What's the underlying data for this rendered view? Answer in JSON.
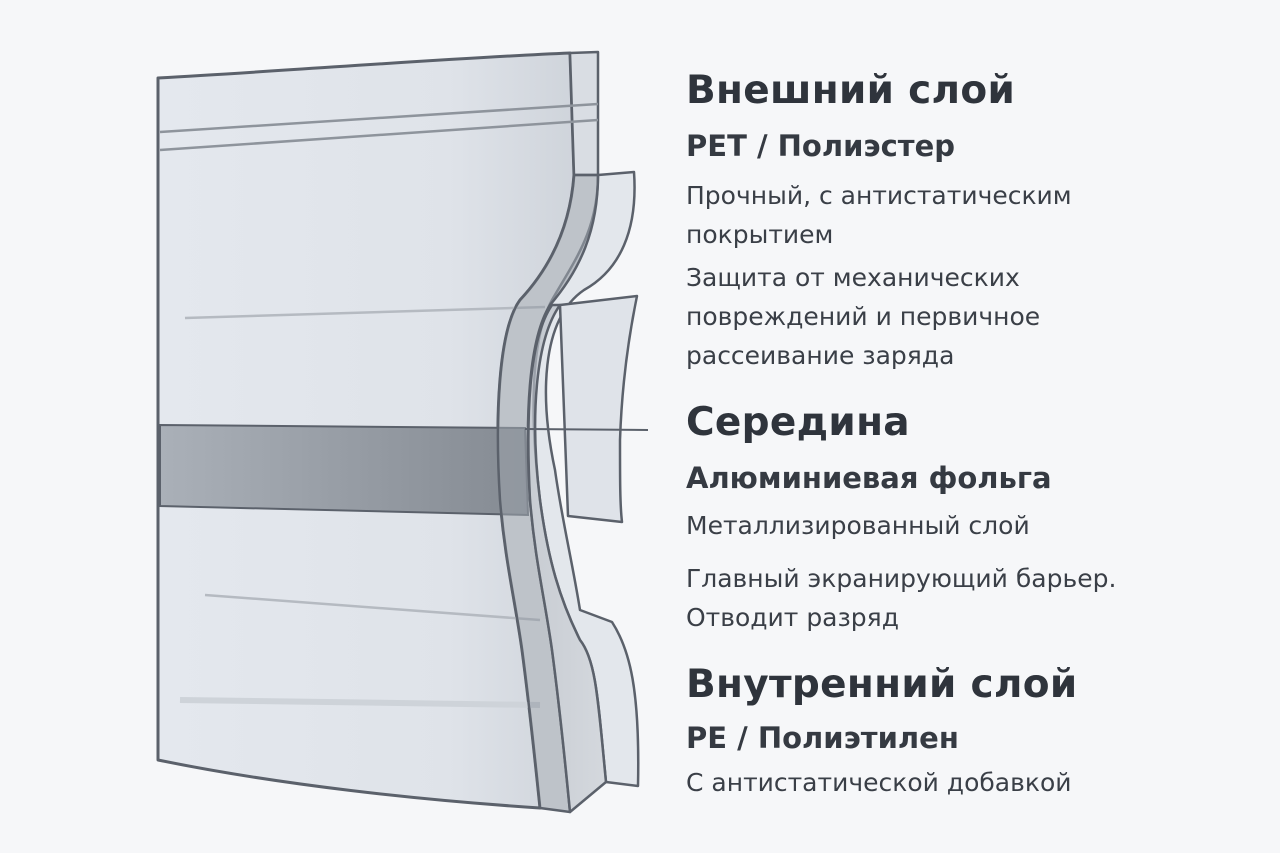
{
  "layers": [
    {
      "heading": "Внешний слой",
      "material": "PET / Полиэстер",
      "property_lines": [
        "Прочный, с антистатическим",
        "покрытием"
      ],
      "function_lines": [
        "Защита от механических",
        "повреждений и первичное",
        "рассеивание заряда"
      ]
    },
    {
      "heading": "Середина",
      "material": "Алюминиевая фольга",
      "property_lines": [
        "Металлизированный слой"
      ],
      "function_lines": [
        "Главный экранирующий барьер.",
        "Отводит разряд"
      ]
    },
    {
      "heading": "Внутренний слой",
      "material": "PE / Полиэтилен",
      "property_lines": [
        "С антистатической добавкой"
      ],
      "function_lines": []
    }
  ],
  "colors": {
    "background": "#f6f7f9",
    "film": "#dfe4ea",
    "foil": "#8f959d",
    "outline": "#5b616b",
    "text": "#2f343c"
  }
}
